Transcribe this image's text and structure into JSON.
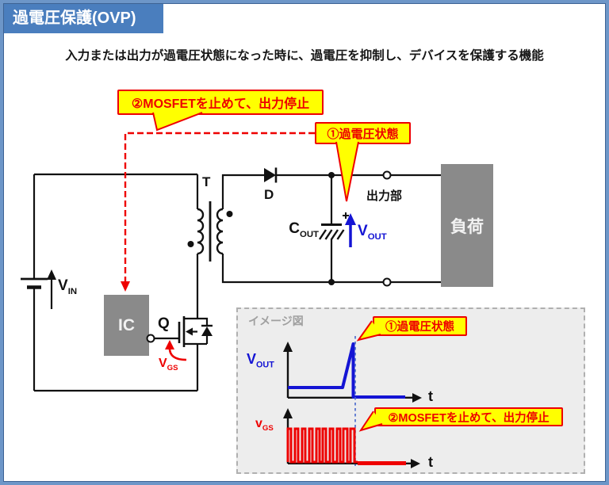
{
  "title": "過電圧保護(OVP)",
  "subtitle": "入力または出力が過電圧状態になった時に、過電圧を抑制し、デバイスを保護する機能",
  "callouts": {
    "stop_output": "②MOSFETを止めて、出力停止",
    "overvoltage": "①過電圧状態"
  },
  "circuit": {
    "transformer": "T",
    "diode": "D",
    "mosfet": "Q",
    "ic": "IC",
    "load": "負荷",
    "output_section": "出力部",
    "vin": {
      "main": "V",
      "sub": "IN"
    },
    "vgs": {
      "main": "V",
      "sub": "GS"
    },
    "cout": {
      "main": "C",
      "sub": "OUT"
    },
    "vout": {
      "main": "V",
      "sub": "OUT"
    }
  },
  "graph": {
    "panel_title": "イメージ図",
    "vout": {
      "main": "V",
      "sub": "OUT"
    },
    "vgs": {
      "main": "v",
      "sub": "GS"
    },
    "t_axis_top": "t",
    "t_axis_bottom": "t",
    "callout_overvoltage": "①過電圧状態",
    "callout_stop_output": "②MOSFETを止めて、出力停止"
  },
  "colors": {
    "frame_blue": "#6d96c8",
    "title_blue": "#4a7ebe",
    "box_gray": "#8a8a8a",
    "signal_blue": "#1414d4",
    "alert_red": "#ee0000",
    "callout_yellow": "#ffff00"
  },
  "chart_data": [
    {
      "type": "line",
      "name": "VOUT vs t (image graph, top)",
      "xlabel": "t",
      "series": [
        {
          "name": "VOUT",
          "shape": "constant nominal level, sharp spike up at overvoltage event, then drops to zero and stays at zero"
        }
      ],
      "annotations": [
        "①過電圧状態"
      ]
    },
    {
      "type": "line",
      "name": "VGS vs t (image graph, bottom)",
      "xlabel": "t",
      "series": [
        {
          "name": "VGS",
          "shape": "continuous PWM square pulses until overvoltage event, then zero (switching stopped)"
        }
      ],
      "annotations": [
        "②MOSFETを止めて、出力停止"
      ]
    }
  ]
}
